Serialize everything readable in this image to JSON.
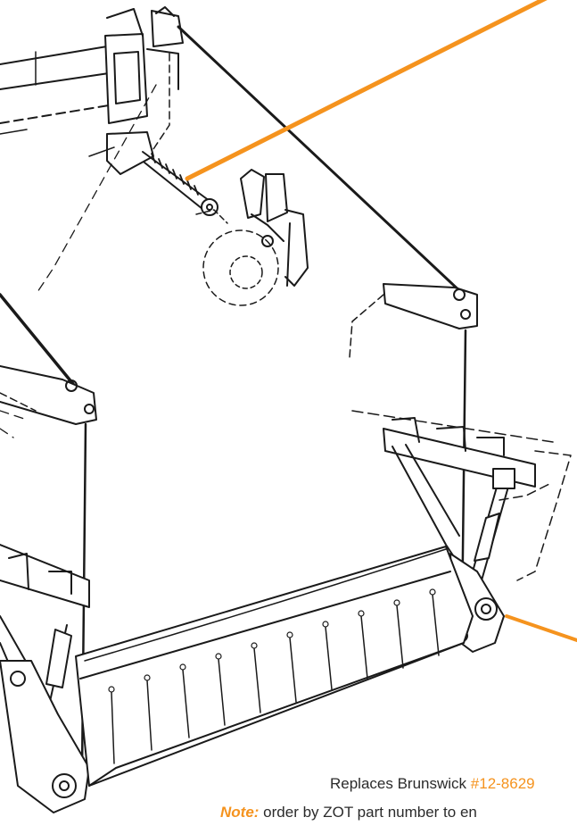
{
  "colors": {
    "accent": "#f5931e",
    "line": "#1a1a1a",
    "background": "#ffffff"
  },
  "diagram": {
    "subject": "mechanical linkage assembly",
    "icons": [
      "spring-rod",
      "gauge-dial",
      "pivot-arm",
      "sweep-board"
    ]
  },
  "captions": {
    "replaces_prefix": "Replaces Brunswick ",
    "replaces_part_number": "#12-8629",
    "note_label": "Note:",
    "note_text": " order by ZOT part number to en"
  }
}
